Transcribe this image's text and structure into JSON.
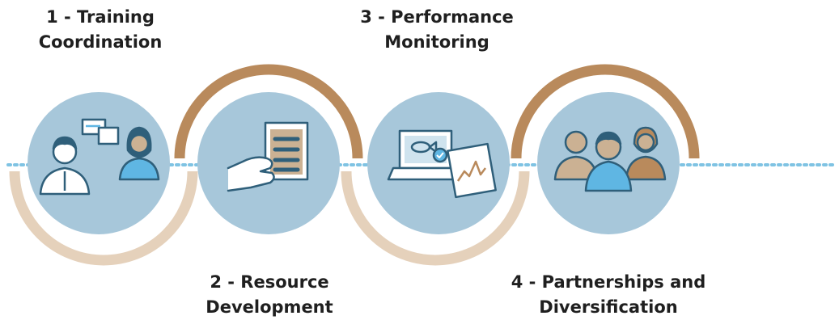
{
  "steps": [
    {
      "number": "1",
      "line1": "1 - Training",
      "line2": "Coordination",
      "icon": "people-training-icon"
    },
    {
      "number": "2",
      "line1": "2 - Resource",
      "line2": "Development",
      "icon": "hand-document-icon"
    },
    {
      "number": "3",
      "line1": "3 - Performance",
      "line2": "Monitoring",
      "icon": "laptop-chart-icon"
    },
    {
      "number": "4",
      "line1": "4 - Partnerships and",
      "line2": "Diversification",
      "icon": "group-people-icon"
    }
  ],
  "colors": {
    "circle": "#a7c7da",
    "arc_dark": "#b98a5c",
    "arc_light": "#e5d1bb",
    "dots": "#7fc3e3",
    "skin": "#cbb193",
    "shirt_blue": "#5fb6e3",
    "outline": "#2f5f7a"
  }
}
